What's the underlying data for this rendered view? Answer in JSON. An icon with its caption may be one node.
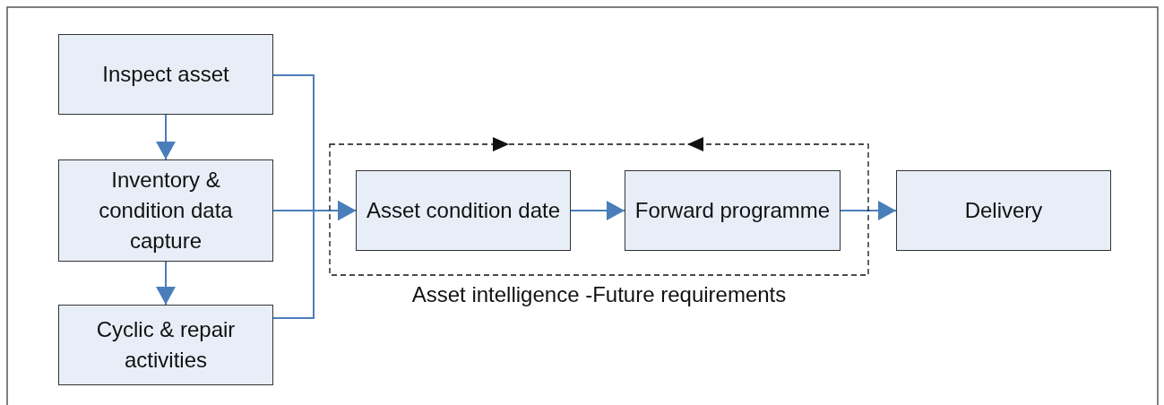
{
  "diagram": {
    "nodes": [
      {
        "text": [
          "Inspect asset"
        ]
      },
      {
        "text": [
          "Inventory & condition data capture"
        ]
      },
      {
        "text": [
          "Cyclic & repair activities"
        ]
      },
      {
        "text": [
          "Asset intelligence -Future requirements"
        ]
      },
      {
        "text": [
          "Asset condition date"
        ],
        "in": 3
      },
      {
        "text": [
          "Forward programme"
        ],
        "in": 3
      },
      {
        "text": [
          "Delivery"
        ]
      }
    ],
    "edges": [
      {
        "from": 0,
        "to": 1,
        "arrow": "to"
      },
      {
        "from": 1,
        "to": 2,
        "arrow": "to"
      },
      {
        "from": 0,
        "to": 4,
        "arrow": "to"
      },
      {
        "from": 1,
        "to": 4,
        "arrow": "to"
      },
      {
        "from": 2,
        "to": 4,
        "arrow": "to"
      },
      {
        "from": 4,
        "to": 5,
        "arrow": "to"
      },
      {
        "from": 5,
        "to": 6,
        "arrow": "to"
      }
    ]
  }
}
